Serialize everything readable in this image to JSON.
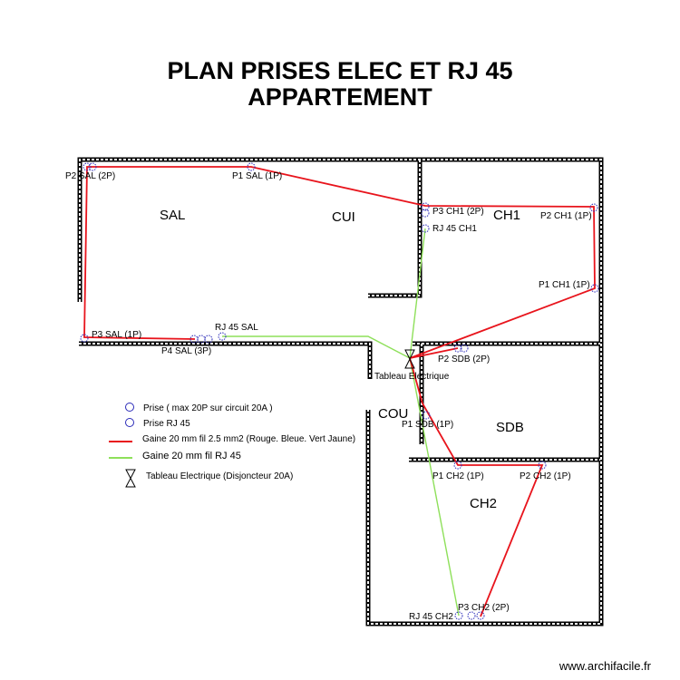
{
  "title": {
    "line1": "PLAN PRISES ELEC ET RJ 45",
    "line2": "APPARTEMENT"
  },
  "rooms": {
    "sal": "SAL",
    "cui": "CUI",
    "ch1": "CH1",
    "cou": "COU",
    "sdb": "SDB",
    "ch2": "CH2"
  },
  "labels": {
    "p2_sal": "P2 SAL (2P)",
    "p1_sal": "P1 SAL (1P)",
    "p3_sal": "P3 SAL (1P)",
    "p4_sal": "P4 SAL (3P)",
    "rj45_sal": "RJ 45 SAL",
    "p3_ch1": "P3 CH1 (2P)",
    "rj45_ch1": "RJ 45 CH1",
    "p2_ch1": "P2 CH1 (1P)",
    "p1_ch1": "P1 CH1 (1P)",
    "p2_sdb": "P2 SDB (2P)",
    "tableau": "Tableau Electrique",
    "p1_sdb": "P1 SDB (1P)",
    "p1_ch2": "P1 CH2 (1P)",
    "p2_ch2": "P2 CH2 (1P)",
    "p3_ch2": "P3 CH2 (2P)",
    "rj45_ch2": "RJ 45 CH2"
  },
  "legend": {
    "prise": "Prise ( max 20P sur circuit 20A )",
    "prise_rj45": "Prise RJ 45",
    "gaine_elec": "Gaine 20 mm fil 2.5 mm2 (Rouge. Bleue. Vert Jaune)",
    "gaine_rj45": "Gaine 20 mm fil RJ 45",
    "tableau": "Tableau Electrique (Disjoncteur 20A)"
  },
  "colors": {
    "electric": "#e8141c",
    "rj45": "#8ee05a",
    "socket": "#2a2ab8"
  },
  "footer": "www.archifacile.fr"
}
